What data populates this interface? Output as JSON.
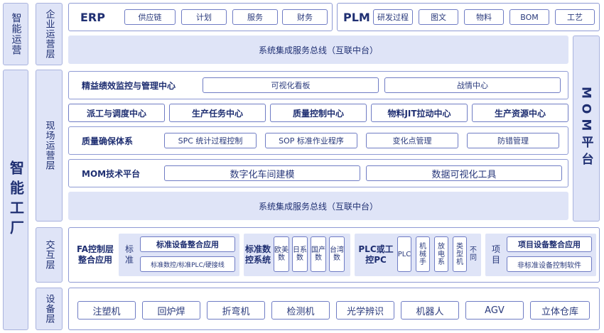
{
  "left_column": {
    "top": "智能运营",
    "bottom": "智能工厂"
  },
  "layers": {
    "enterprise": "企业运营层",
    "field": "现场运营层",
    "interaction": "交互层",
    "device": "设备层"
  },
  "erp": {
    "title": "ERP",
    "items": [
      "供应链",
      "计划",
      "服务",
      "财务"
    ]
  },
  "plm": {
    "title": "PLM",
    "items": [
      "研发过程",
      "图文",
      "物料",
      "BOM",
      "工艺"
    ]
  },
  "bus_top": "系统集成服务总线（互联中台）",
  "bus_bottom": "系统集成服务总线（互联中台）",
  "mom_platform": "MOM平台",
  "monitoring": {
    "title": "精益绩效监控与管理中心",
    "items": [
      "可视化看板",
      "战情中心"
    ]
  },
  "centers": [
    "派工与调度中心",
    "生产任务中心",
    "质量控制中心",
    "物料JIT拉动中心",
    "生产资源中心"
  ],
  "quality": {
    "title": "质量确保体系",
    "items": [
      "SPC 统计过程控制",
      "SOP 标准作业程序",
      "变化点管理",
      "防错管理"
    ]
  },
  "mom_tech": {
    "title": "MOM技术平台",
    "items": [
      "数字化车间建模",
      "数据可视化工具"
    ]
  },
  "interaction": {
    "fa_label": "FA控制层整合应用",
    "standard_tag": "标准",
    "std_integration": "标准设备整合应用",
    "std_sub": "标准数控/标准PLC/硬接线",
    "cnc_label": "标准数控系统",
    "cnc_items": [
      "欧美数",
      "日系数",
      "国产数",
      "台湾数"
    ],
    "plc_label": "PLC或工控PC",
    "plc_items": [
      "PLC",
      "机械手",
      "放电系",
      "类型机",
      "不同"
    ],
    "project_tag": "项目",
    "proj_integration": "项目设备整合应用",
    "proj_sub": "非标准设备控制软件"
  },
  "devices": [
    "注塑机",
    "回炉焊",
    "折弯机",
    "检测机",
    "光学辨识",
    "机器人",
    "AGV",
    "立体仓库"
  ]
}
